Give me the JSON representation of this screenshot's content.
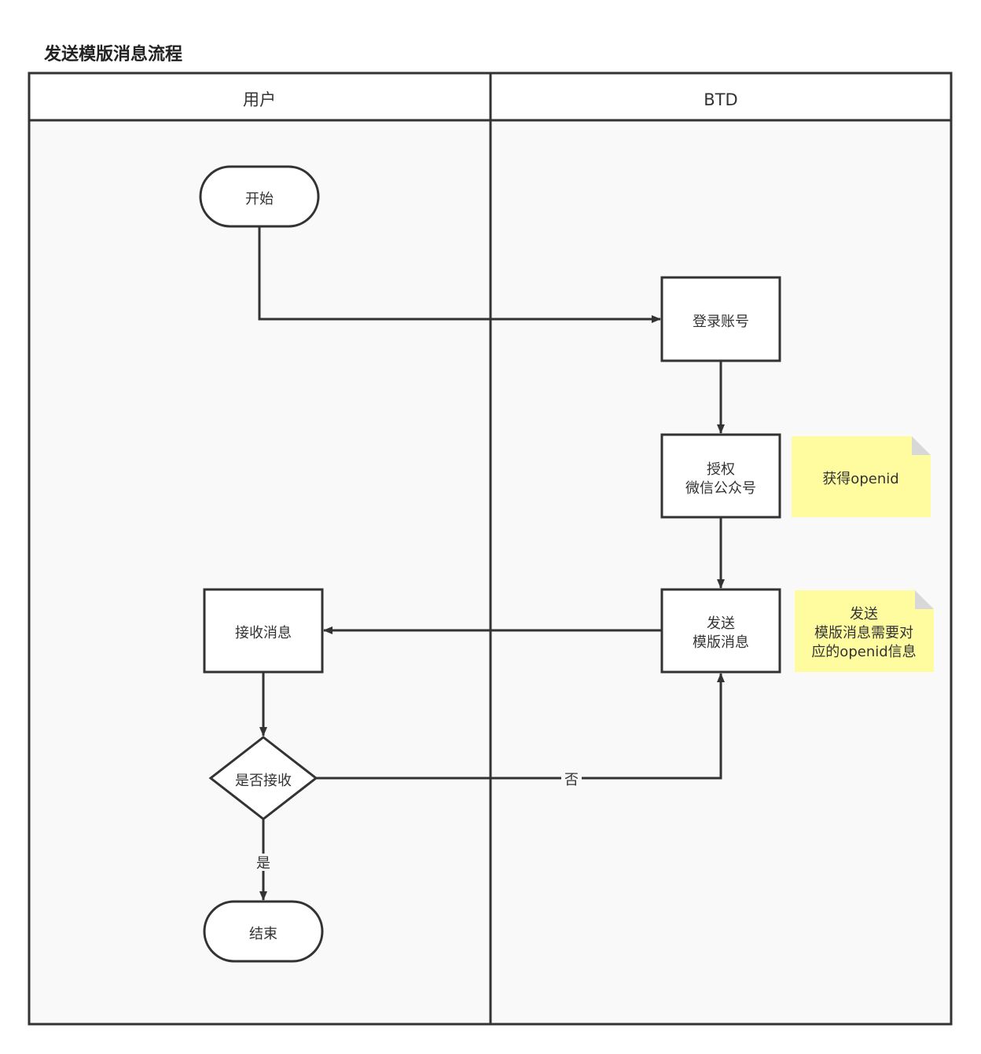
{
  "title": "发送模版消息流程",
  "lanes": [
    {
      "id": "user",
      "label": "用户"
    },
    {
      "id": "btd",
      "label": "BTD"
    }
  ],
  "nodes": {
    "start": {
      "shape": "terminal",
      "lines": [
        "开始"
      ]
    },
    "login": {
      "shape": "process",
      "lines": [
        "登录账号"
      ]
    },
    "authorize": {
      "shape": "process",
      "lines": [
        "授权",
        "微信公众号"
      ]
    },
    "send": {
      "shape": "process",
      "lines": [
        "发送",
        "模版消息"
      ]
    },
    "receive": {
      "shape": "process",
      "lines": [
        "接收消息"
      ]
    },
    "decision": {
      "shape": "decision",
      "lines": [
        "是否接收"
      ]
    },
    "end": {
      "shape": "terminal",
      "lines": [
        "结束"
      ]
    }
  },
  "notes": {
    "note_openid": {
      "lines": [
        "获得openid"
      ]
    },
    "note_send": {
      "lines": [
        "发送",
        "模版消息需要对",
        "应的openid信息"
      ]
    }
  },
  "edges": [
    {
      "from": "start",
      "to": "login",
      "label": ""
    },
    {
      "from": "login",
      "to": "authorize",
      "label": ""
    },
    {
      "from": "authorize",
      "to": "send",
      "label": ""
    },
    {
      "from": "send",
      "to": "receive",
      "label": ""
    },
    {
      "from": "receive",
      "to": "decision",
      "label": ""
    },
    {
      "from": "decision",
      "to": "send",
      "label": "否"
    },
    {
      "from": "decision",
      "to": "end",
      "label": "是"
    }
  ],
  "colors": {
    "stroke": "#333333",
    "lane_fill": "#f9f9f9",
    "header_fill": "#ffffff",
    "node_fill": "#ffffff",
    "note_fill": "#fffca0",
    "note_fold": "#d8d8d8",
    "text": "#333333"
  }
}
